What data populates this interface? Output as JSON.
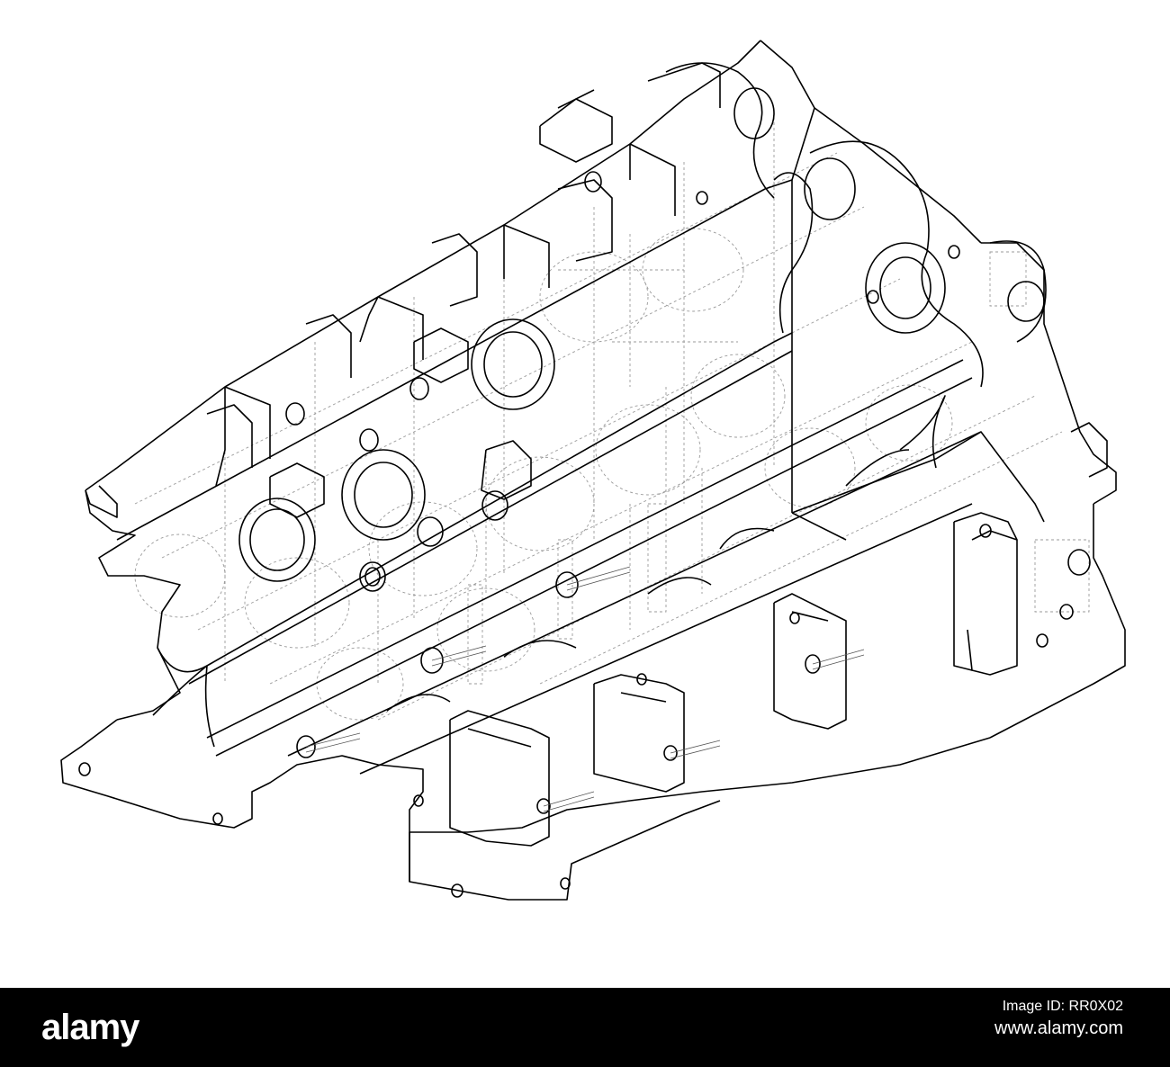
{
  "image": {
    "subject": "engine-cylinder-block",
    "style": "wireframe"
  },
  "footer": {
    "logo": "alamy",
    "id_label": "Image ID: RR0X02",
    "site": "www.alamy.com",
    "background": "#000000",
    "text_color": "#ffffff"
  },
  "colors": {
    "line": "#000000",
    "hidden_line": "#9a9a9a",
    "background": "#ffffff"
  }
}
